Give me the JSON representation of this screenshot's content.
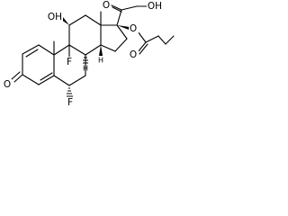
{
  "diagram": {
    "type": "structural-formula",
    "colors": {
      "bond": "#000000",
      "background": "#ffffff"
    },
    "atoms": {
      "ketone_O3": "O",
      "F6": "F",
      "F9": "F",
      "OH11": "OH",
      "H8": "H",
      "H14": "H",
      "C20_O": "O",
      "side_OH": "OH",
      "ester_O": "O",
      "carbonyl_O": "O"
    }
  }
}
